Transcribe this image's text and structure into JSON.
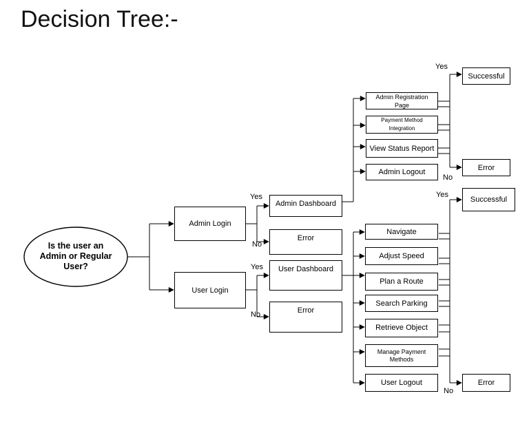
{
  "title": "Decision Tree:-",
  "edge_labels": {
    "yes": "Yes",
    "no": "No"
  },
  "nodes": {
    "root_question": "Is the user an Admin or Regular User?",
    "admin_login": "Admin Login",
    "user_login": "User Login",
    "admin_dashboard": "Admin Dashboard",
    "admin_login_error": "Error",
    "user_dashboard": "User Dashboard",
    "user_login_error": "Error",
    "admin_registration_page": "Admin Registration Page",
    "payment_method_integration": "Payment Method Integration",
    "view_status_report": "View Status Report",
    "admin_logout": "Admin Logout",
    "admin_outcome_successful": "Successful",
    "admin_outcome_error": "Error",
    "navigate": "Navigate",
    "adjust_speed": "Adjust Speed",
    "plan_a_route": "Plan a Route",
    "search_parking": "Search Parking",
    "retrieve_object": "Retrieve Object",
    "manage_payment_methods": "Manage Payment Methods",
    "user_logout": "User Logout",
    "user_outcome_successful": "Successful",
    "user_outcome_error": "Error"
  },
  "colors": {
    "background": "#ffffff",
    "line": "#000000",
    "node_fill": "#ffffff",
    "node_border": "#000000",
    "text": "#000000"
  }
}
